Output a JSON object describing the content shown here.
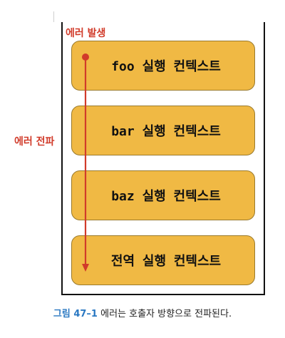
{
  "labels": {
    "error_occurred": "에러 발생",
    "error_propagation": "에러 전파"
  },
  "contexts": [
    "foo 실행 컨텍스트",
    "bar 실행 컨텍스트",
    "baz 실행 컨텍스트",
    "전역 실행 컨텍스트"
  ],
  "caption": {
    "figure": "그림 47–1",
    "text": " 에러는 호출자 방향으로 전파된다."
  },
  "colors": {
    "accent_red": "#d13b2a",
    "box_fill": "#f0b944",
    "figure_blue": "#2a78c2"
  }
}
